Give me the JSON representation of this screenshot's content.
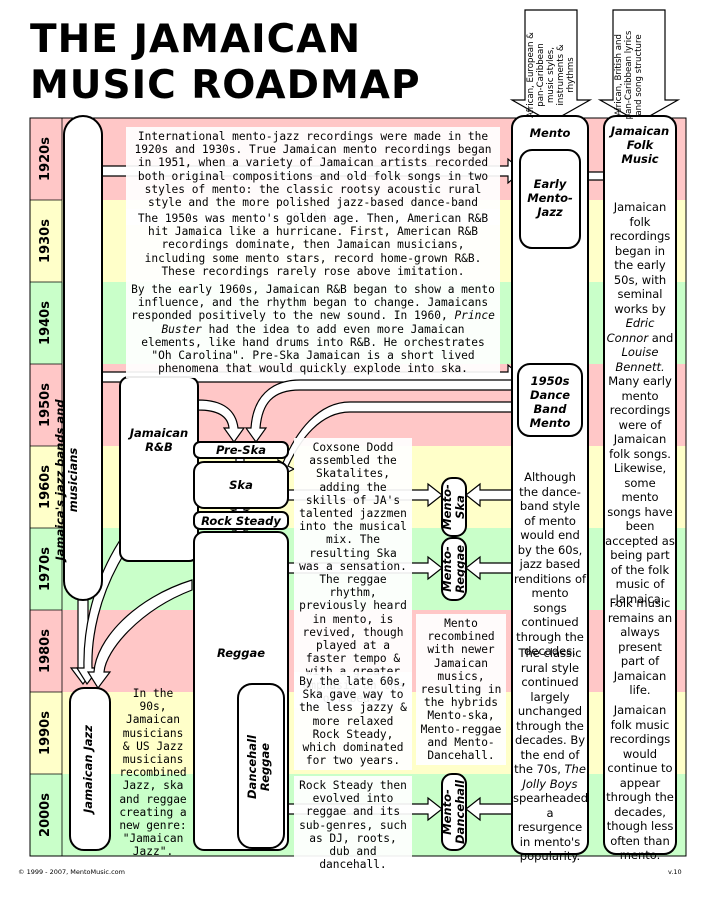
{
  "title": {
    "line1": "THE JAMAICAN",
    "line2": "MUSIC ROADMAP"
  },
  "decades": [
    "1920s",
    "1930s",
    "1940s",
    "1950s",
    "1960s",
    "1970s",
    "1980s",
    "1990s",
    "2000s"
  ],
  "colors": {
    "red": "#ffc7c7",
    "yellow": "#ffffc9",
    "green": "#c9ffc9",
    "border": "#000000",
    "box_fill": "#ffffff"
  },
  "influences": {
    "left": "African, European & pan-Caribbean music styles, instruments & rhythms",
    "right": "African, British and pan-Caribbean lyrics and song structure"
  },
  "boxes": {
    "jamaica_jazz_bands": "Jamaica's jazz bands and musicians",
    "jamaican_rnb": "Jamaican\nR&B",
    "pre_ska": "Pre-Ska",
    "ska": "Ska",
    "rock_steady": "Rock Steady",
    "reggae": "Reggae",
    "dancehall_reggae": "Dancehall\nReggae",
    "jamaican_jazz": "Jamaican Jazz",
    "mento": "Mento",
    "early_mento_jazz": "Early\nMento-\nJazz",
    "dance_band_mento": "1950s\nDance\nBand\nMento",
    "mento_ska": "Mento-\nSka",
    "mento_reggae": "Mento-\nReggae",
    "mento_dancehall": "Mento-\nDancehall",
    "folk_music": "Jamaican\nFolk\nMusic"
  },
  "notes": {
    "mento_1920s_pre": "International mento-jazz recordings were made in the 1920s and 1930s. True Jamaican mento recordings began in 1951, when a variety of Jamaican artists recorded both original compositions and old folk songs in two styles of mento: the classic rootsy acoustic rural style and the more polished jazz-based dance-band style.",
    "golden_age": "The 1950s was mento's golden age. Then, American R&B hit Jamaica like a hurricane. First, American R&B recordings dominate, then Jamaican musicians, including some mento stars, record home-grown R&B. These recordings rarely rose above imitation.",
    "early_1960s_a": "By the early 1960s, Jamaican R&B began to show a mento influence, and the rhythm began to change. Jamaicans responded positively to the new sound. In 1960, ",
    "early_1960s_em": "Prince Buster",
    "early_1960s_b": " had the idea to add even more Jamaican elements, like hand drums into R&B. He orchestrates \"Oh Carolina\". Pre-Ska Jamaican is a short lived phenomena that would quickly explode into ska.",
    "coxsone": "Coxsone Dodd assembled the Skatalites, adding the skills of JA's talented jazzmen into the musical mix. The resulting Ska was a sensation. The reggae rhythm, previously heard in mento, is revived, though played at a faster tempo & with a greater emphasis on the off beat.",
    "late_60s": "By the late 60s, Ska gave way to the less jazzy & more relaxed Rock Steady, which dominated for two years.",
    "rock_steady_evolved": "Rock Steady then evolved into reggae and its sub-genres, such as DJ, roots, dub and dancehall.",
    "mento_recombined": "Mento recombined with newer Jamaican musics, resulting in the hybrids Mento-ska, Mento-reggae and Mento-Dancehall.",
    "nineties": "In the 90s, Jamaican musicians & US Jazz musicians recombined Jazz, ska and reggae creating a new genre: \"Jamaican Jazz\".",
    "dance_band_a": "Although the dance-band style of mento would end by the 60s, jazz based renditions of mento songs continued through the decades.",
    "dance_band_b": "The classic rural style continued largely unchanged through the decades. By the end of the 70s, ",
    "dance_band_em": "The Jolly Boys",
    "dance_band_c": " spearheaded a resurgence in mento's popularity.",
    "folk_a": "Jamaican folk recordings began in the early 50s, with seminal works by ",
    "folk_em1": "Edric Connor",
    "folk_and": " and ",
    "folk_em2": "Louise Bennett.",
    "folk_b": "Many early mento recordings were of Jamaican folk songs. Likewise, some mento songs have been accepted as being part of the folk music of Jamaica.",
    "folk_c": "Folk music remains an always present part of Jamaican life.",
    "folk_d": "Jamaican folk music recordings would continue to appear through the decades, though less often than mento."
  },
  "footer": {
    "copyright": "© 1999 - 2007, MentoMusic.com",
    "version": "v.10"
  }
}
